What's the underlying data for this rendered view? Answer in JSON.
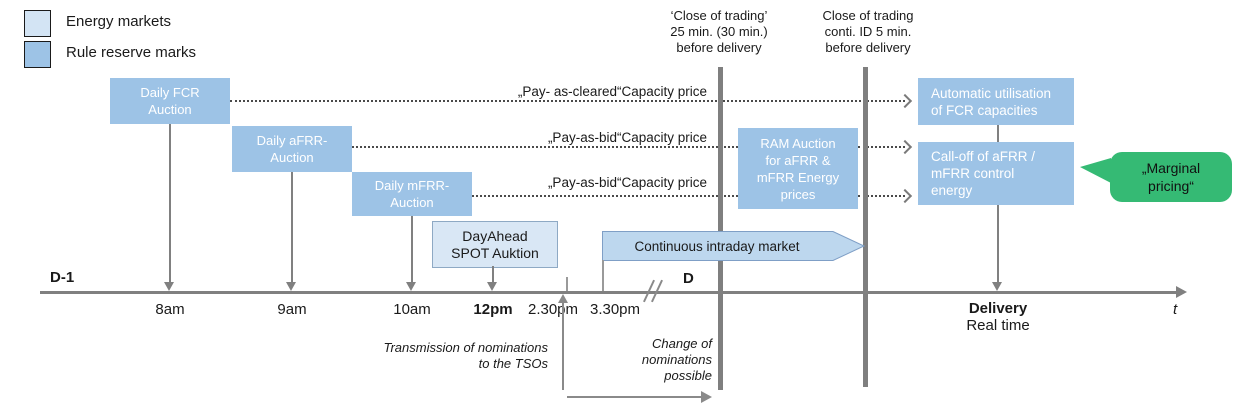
{
  "colors": {
    "market_light_blue": "#D3E4F4",
    "reserve_blue": "#9DC3E6",
    "intraday_fill": "#BDD7EE",
    "bar_gray": "#7F7F7F",
    "bubble_green": "#35BA74"
  },
  "legend": {
    "items": [
      {
        "label": "Energy markets",
        "color": "#D3E4F4"
      },
      {
        "label": "Rule reserve marks",
        "color": "#9DC3E6"
      }
    ]
  },
  "headers": {
    "close_trading_1": "‘Close of trading’\n25 min. (30 min.)\nbefore delivery",
    "close_trading_2": "Close of trading\nconti. ID 5 min.\nbefore delivery"
  },
  "boxes": {
    "fcr": "Daily FCR\nAuction",
    "afrr": "Daily aFRR-\nAuction",
    "mfrr": "Daily mFRR-\nAuction",
    "dayahead": "DayAhead\nSPOT Auktion",
    "ram": "RAM Auction\nfor aFRR &\nmFRR Energy\nprices",
    "auto_util": "Automatic utilisation\nof FCR capacities",
    "call_off": "Call-off of aFRR /\nmFRR control\nenergy"
  },
  "price_labels": {
    "pay_as_cleared": "„Pay- as-cleared“Capacity price",
    "pay_as_bid_1": "„Pay-as-bid“Capacity price",
    "pay_as_bid_2": "„Pay-as-bid“Capacity price"
  },
  "intraday": {
    "label": "Continuous intraday market"
  },
  "bubble": {
    "label": "„Marginal\npricing“"
  },
  "timeline": {
    "day_minus_1": "D-1",
    "day_d": "D",
    "t_label": "t",
    "times": [
      "8am",
      "9am",
      "10am",
      "12pm",
      "2.30pm",
      "3.30pm"
    ],
    "delivery": "Delivery",
    "real_time": "Real time"
  },
  "notes": {
    "transmission": "Transmission of nominations\nto the TSOs",
    "change": "Change of\nnominations\npossible"
  }
}
